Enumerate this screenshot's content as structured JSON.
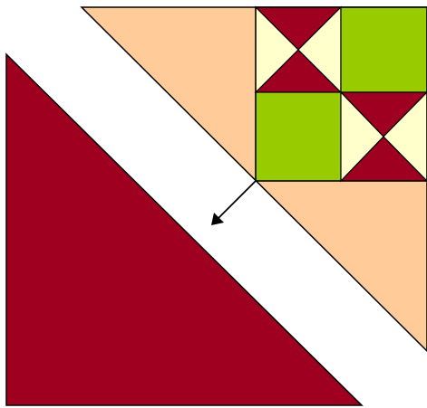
{
  "colors": {
    "background": "#ffffff",
    "maroon": "#a00020",
    "peach": "#ffcc99",
    "green": "#99cc00",
    "cream": "#ffffcc",
    "outline": "#000000",
    "arrow": "#000000"
  },
  "shapes": {
    "large_triangle": "maroon-right-triangle",
    "upper_triangle": "peach-half-square-triangle",
    "quilt_block": "four-patch-with-hourglass-units",
    "arrow": "diagonal-arrow-down-left"
  }
}
